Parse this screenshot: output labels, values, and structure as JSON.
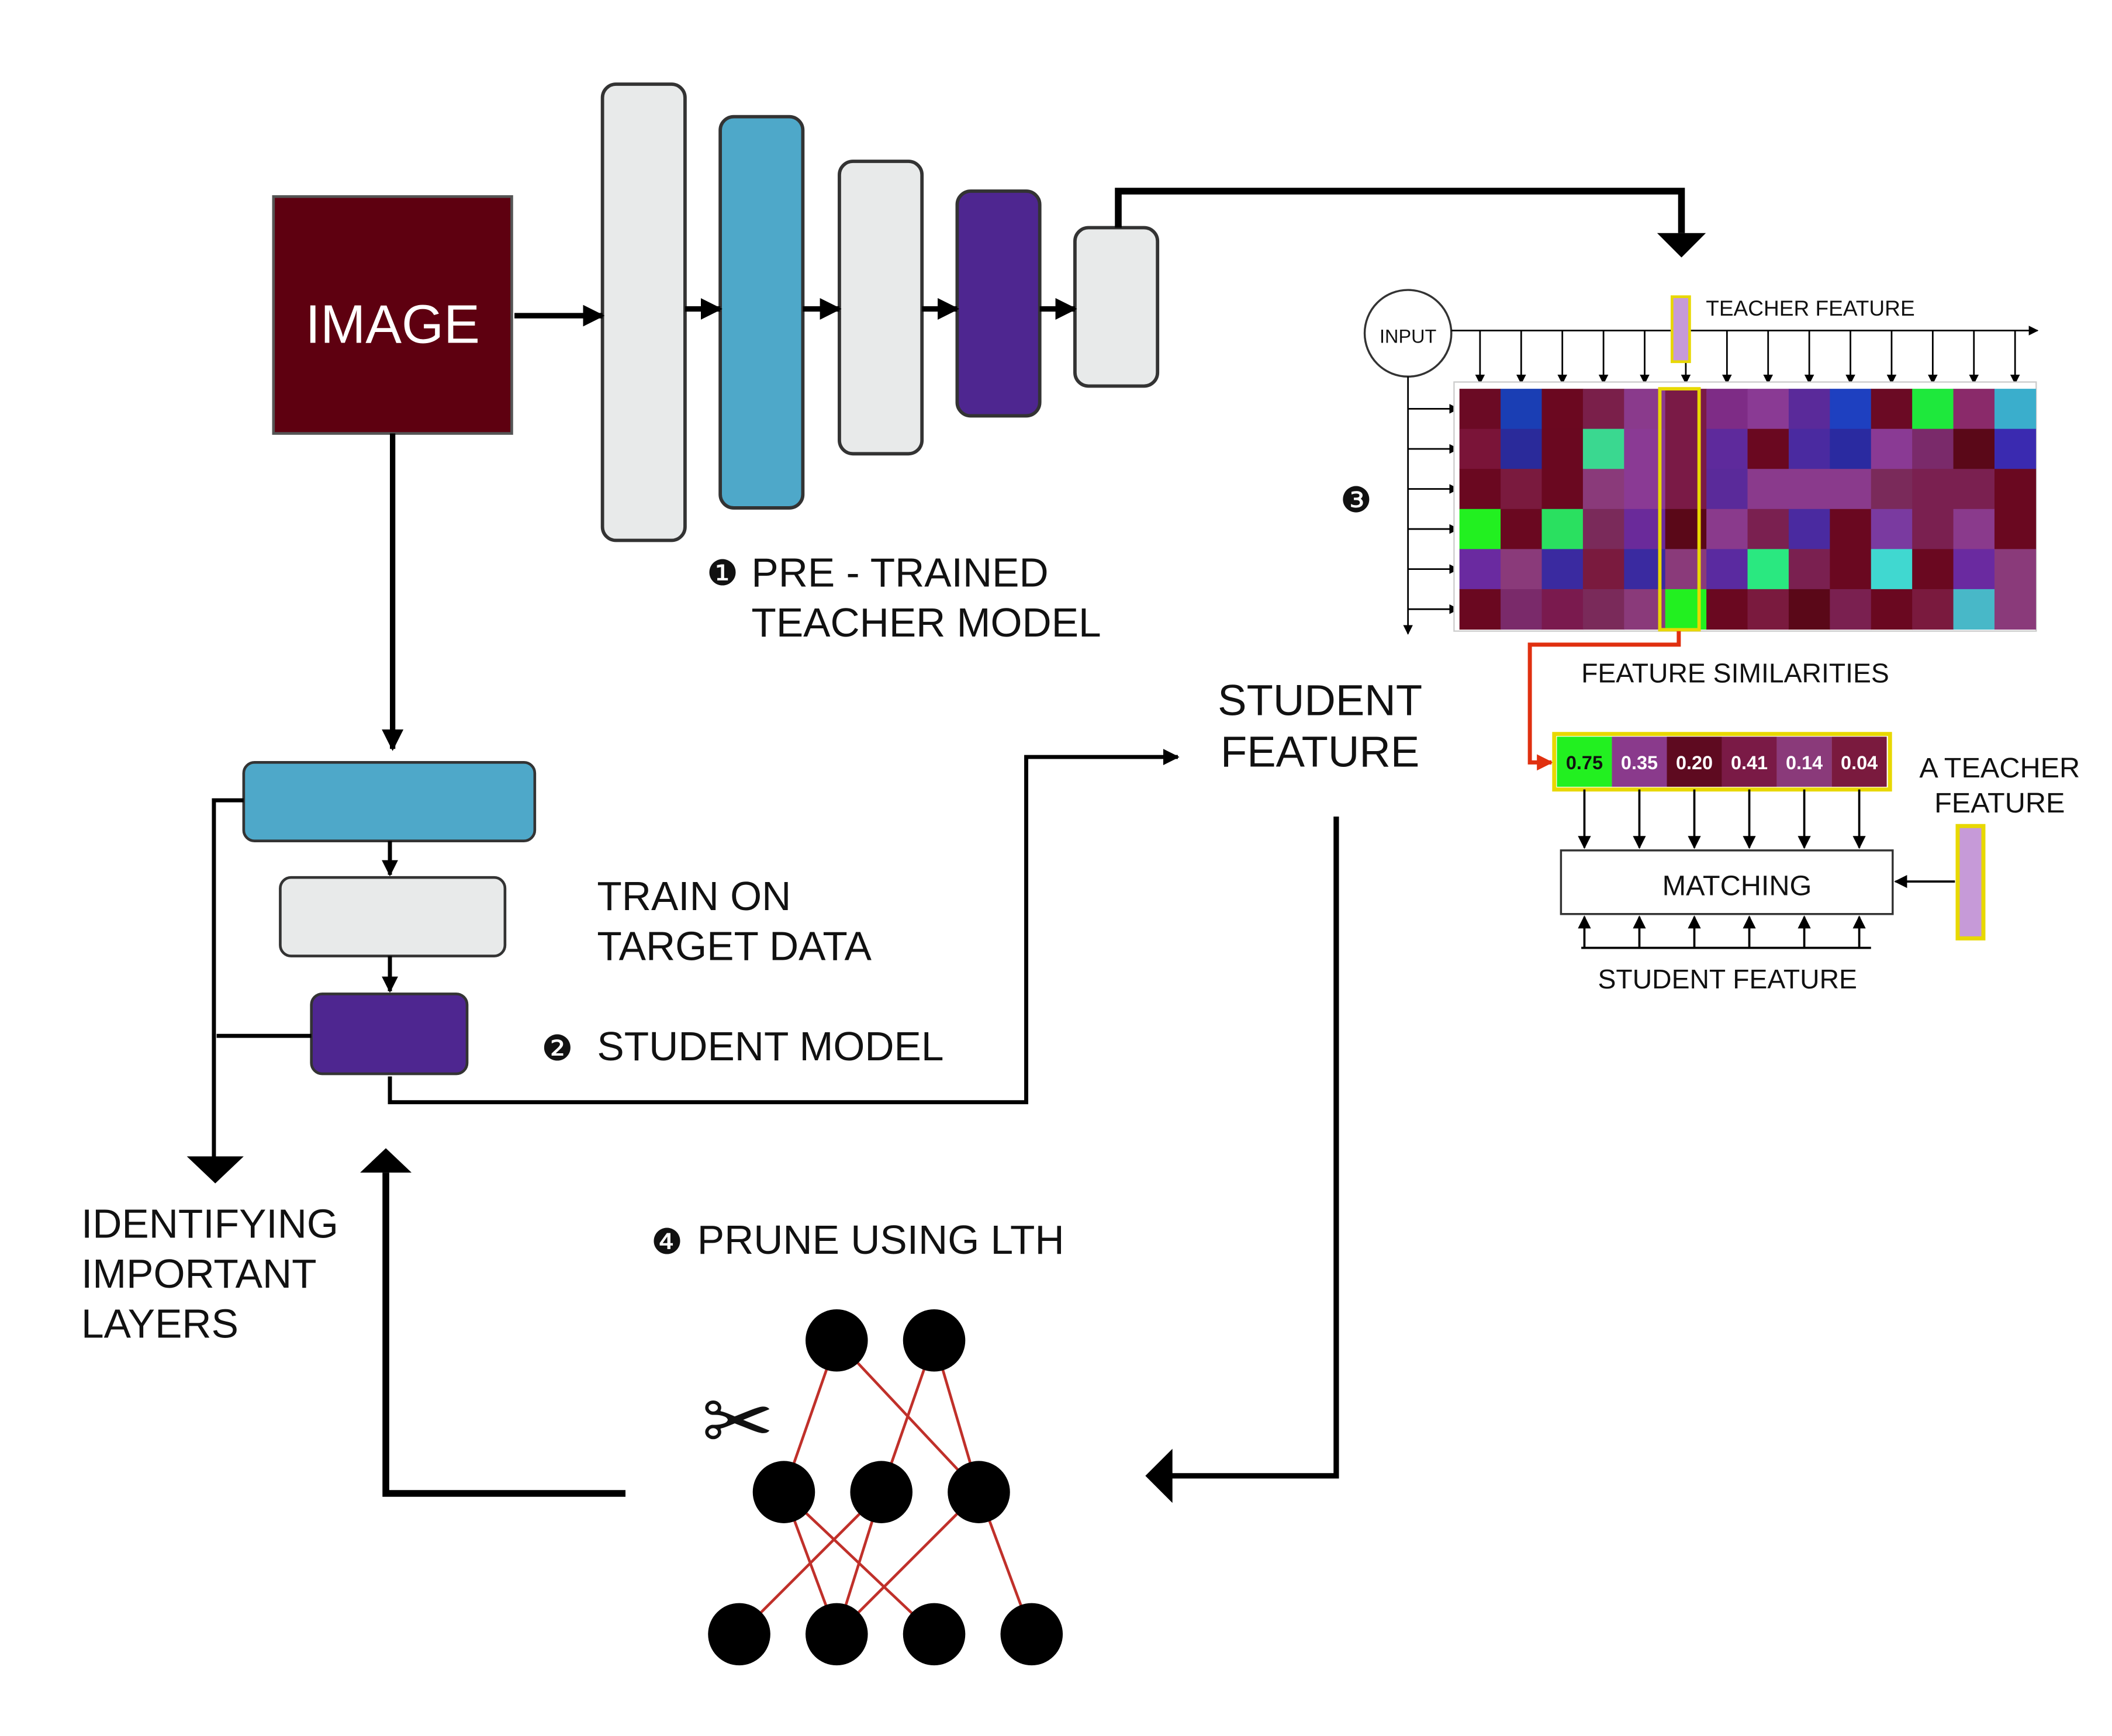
{
  "image_block": {
    "label": "IMAGE",
    "fill": "#5e0010"
  },
  "teacher": {
    "step_marker": "❶",
    "label_line1": "PRE - TRAINED",
    "label_line2": "TEACHER MODEL",
    "layer_colors": [
      "#e8eaea",
      "#4ea8c9",
      "#e8eaea",
      "#4e2690",
      "#e8eaea"
    ]
  },
  "student": {
    "step_marker": "❷",
    "label": "STUDENT MODEL",
    "train_line1": "TRAIN ON",
    "train_line2": "TARGET DATA",
    "layer_colors": [
      "#4ea8c9",
      "#e8eaea",
      "#4e2690"
    ]
  },
  "student_feature_center": {
    "line1": "STUDENT",
    "line2": "FEATURE"
  },
  "similarity_panel": {
    "step_marker": "❸",
    "input_label": "INPUT",
    "teacher_feature_label": "TEACHER FEATURE",
    "feature_similarities_label": "FEATURE SIMILARITIES",
    "matrix_colors": [
      [
        "#6b0a24",
        "#1a3eb4",
        "#6b0820",
        "#7a1f4a",
        "#8a3a8c",
        "#7a1a46",
        "#7e2c86",
        "#8a3a94",
        "#5a2a9a",
        "#1e40c0",
        "#6b0a24",
        "#1ee83c",
        "#8a2a6a",
        "#3aaecc"
      ],
      [
        "#7a1438",
        "#2a2a9a",
        "#6a0820",
        "#3ad890",
        "#8a3a94",
        "#7a1a46",
        "#5e2a9c",
        "#6a0820",
        "#4a2aa0",
        "#2a2aa0",
        "#8a3a94",
        "#7a2a6a",
        "#5a0818",
        "#3a2ab0"
      ],
      [
        "#6a0820",
        "#7a1a3e",
        "#6a0820",
        "#8a3a7a",
        "#8a3a94",
        "#7a1a46",
        "#5a2a9a",
        "#8a3a8c",
        "#8a3a8c",
        "#8a3a8c",
        "#7a2a5a",
        "#7a2050",
        "#7a2050",
        "#6a0820"
      ],
      [
        "#22f020",
        "#6a0820",
        "#2ae060",
        "#7a2a5a",
        "#6a2a9a",
        "#5a0818",
        "#8a3a8c",
        "#7a2050",
        "#4a2aa0",
        "#6a0820",
        "#7a3aa0",
        "#7a2050",
        "#8a3a8c",
        "#6a0820"
      ],
      [
        "#6a2aa0",
        "#8a3a7a",
        "#3a2aa0",
        "#7a1a3e",
        "#3a2aa0",
        "#8a3a7a",
        "#5a2aa0",
        "#2ae880",
        "#7a2050",
        "#6a0820",
        "#40d8d0",
        "#6a0820",
        "#6a2aa0",
        "#8a3a7a"
      ],
      [
        "#6a0820",
        "#7a2a6a",
        "#7a1a4e",
        "#7a2a5a",
        "#8a3a7a",
        "#22f020",
        "#6a0820",
        "#7a1a3e",
        "#5a0818",
        "#7a2050",
        "#6a0820",
        "#7a1a3e",
        "#48b8c8",
        "#8a3a7a"
      ]
    ],
    "values": [
      "0.75",
      "0.35",
      "0.20",
      "0.41",
      "0.14",
      "0.04"
    ],
    "value_colors": [
      "#22f020",
      "#8a3a8c",
      "#5e0a20",
      "#7a1a46",
      "#8a3a7a",
      "#7a1a3e"
    ],
    "teacher_bar_color": "#c69ad8",
    "matching_label": "MATCHING",
    "student_feature_label": "STUDENT FEATURE",
    "a_teacher_line1": "A TEACHER",
    "a_teacher_line2": "FEATURE"
  },
  "identifying": {
    "line1": "IDENTIFYING",
    "line2": "IMPORTANT",
    "line3": "LAYERS"
  },
  "prune": {
    "step_marker": "❹",
    "label": "PRUNE USING LTH",
    "scissors_glyph": "✂",
    "edge_color": "#c0302a"
  }
}
